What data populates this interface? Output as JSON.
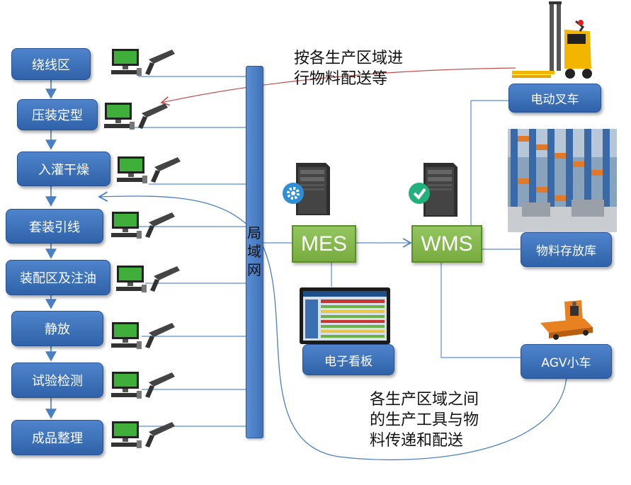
{
  "process_steps": [
    {
      "label": "绕线区"
    },
    {
      "label": "压装定型"
    },
    {
      "label": "入灌干燥"
    },
    {
      "label": "套装引线"
    },
    {
      "label": "装配区及注油"
    },
    {
      "label": "静放"
    },
    {
      "label": "试验检测"
    },
    {
      "label": "成品整理"
    }
  ],
  "network_label": "局域网",
  "systems": {
    "mes": "MES",
    "wms": "WMS"
  },
  "resources": {
    "forklift": "电动叉车",
    "storage": "物料存放库",
    "agv": "AGV小车",
    "board": "电子看板"
  },
  "annotations": {
    "forklift_note": [
      "按各生产区域进",
      "行物料配送等"
    ],
    "agv_note": [
      "各生产区域之间",
      "的生产工具与物",
      "料传递和配送"
    ]
  },
  "colors": {
    "process_blue": "#3a6fb7",
    "system_green": "#86b94f",
    "connector_blue": "#5b8ed3",
    "forklift_arrow_red": "#c0504d"
  },
  "icons": {
    "workstation": "pc-with-barcode-scanner-icon",
    "server": "server-tower-icon",
    "mes_badge": "gear-icon",
    "wms_badge": "check-icon"
  }
}
